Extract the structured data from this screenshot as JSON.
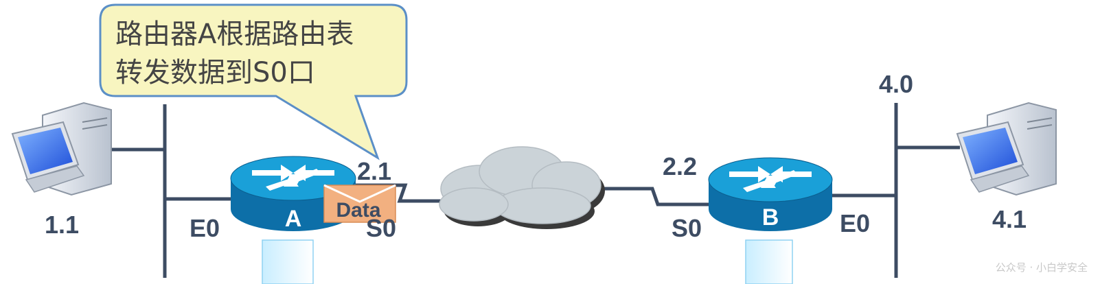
{
  "callout": {
    "line1": "路由器A根据路由表",
    "line2": "转发数据到S0口"
  },
  "routers": {
    "a": {
      "label": "A",
      "e0": "E0",
      "s0": "S0",
      "serial_ip": "2.1"
    },
    "b": {
      "label": "B",
      "e0": "E0",
      "s0": "S0",
      "serial_ip": "2.2"
    }
  },
  "hosts": {
    "left": {
      "ip": "1.1"
    },
    "right": {
      "ip": "4.1"
    }
  },
  "networks": {
    "right": "4.0"
  },
  "packet": {
    "label": "Data"
  },
  "watermark": "公众号 · 小白学安全",
  "colors": {
    "router_top": "#1aa0d8",
    "router_side": "#0d6fa8",
    "line": "#3d4c63",
    "callout_fill": "#f8f5c0",
    "callout_border": "#5b8fc7",
    "packet_fill": "#f2b080",
    "cloud": "#cbd3d8"
  }
}
